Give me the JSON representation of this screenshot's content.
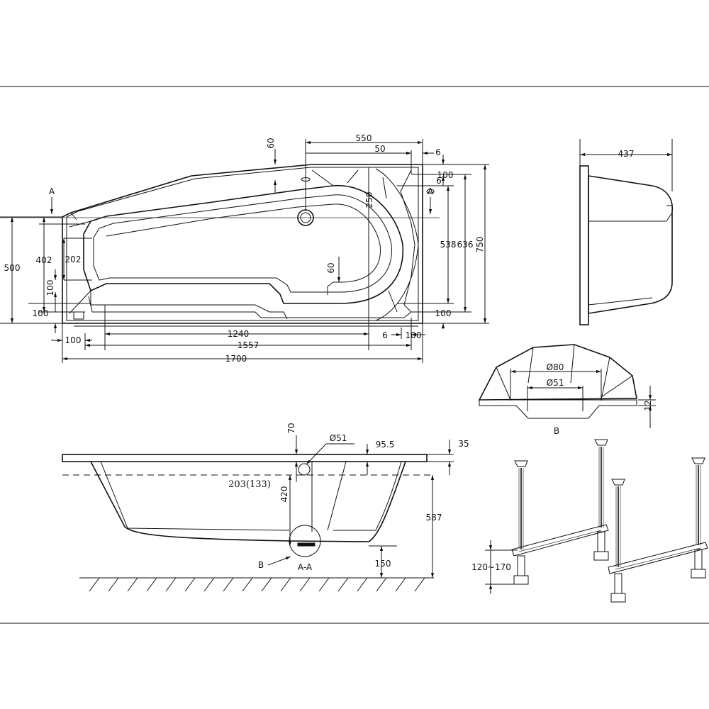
{
  "top_view": {
    "dims": {
      "d550": "550",
      "d60_top": "60",
      "d50": "50",
      "d6_top": "6",
      "d100_top": "100",
      "d250": "250",
      "d538": "538",
      "d636": "636",
      "d750": "750",
      "d500": "500",
      "d402": "402",
      "d202": "202",
      "d100_left": "100",
      "d100_bottom_left": "100",
      "d60_mid": "60",
      "d100_right": "100",
      "d6_bottom": "6",
      "d100_bottom_right": "100",
      "d100_lower_left": "100",
      "d1240": "1240",
      "d1557": "1557",
      "d1700": "1700"
    },
    "section_marks": {
      "left": "A",
      "right": "A"
    }
  },
  "side_view": {
    "dims": {
      "d437": "437"
    }
  },
  "detail_b": {
    "dims": {
      "d80": "Ø80",
      "d51": "Ø51",
      "d12": "12"
    },
    "label": "B"
  },
  "section_view": {
    "dims": {
      "d70": "70",
      "d51": "Ø51",
      "d95_5": "95.5",
      "d35": "35",
      "d203": "203(133)",
      "d420": "420",
      "d587": "587",
      "d150": "150"
    },
    "label_b": "B",
    "label_aa": "A-A"
  },
  "legs": {
    "dims": {
      "d120_170": "120~170"
    }
  }
}
